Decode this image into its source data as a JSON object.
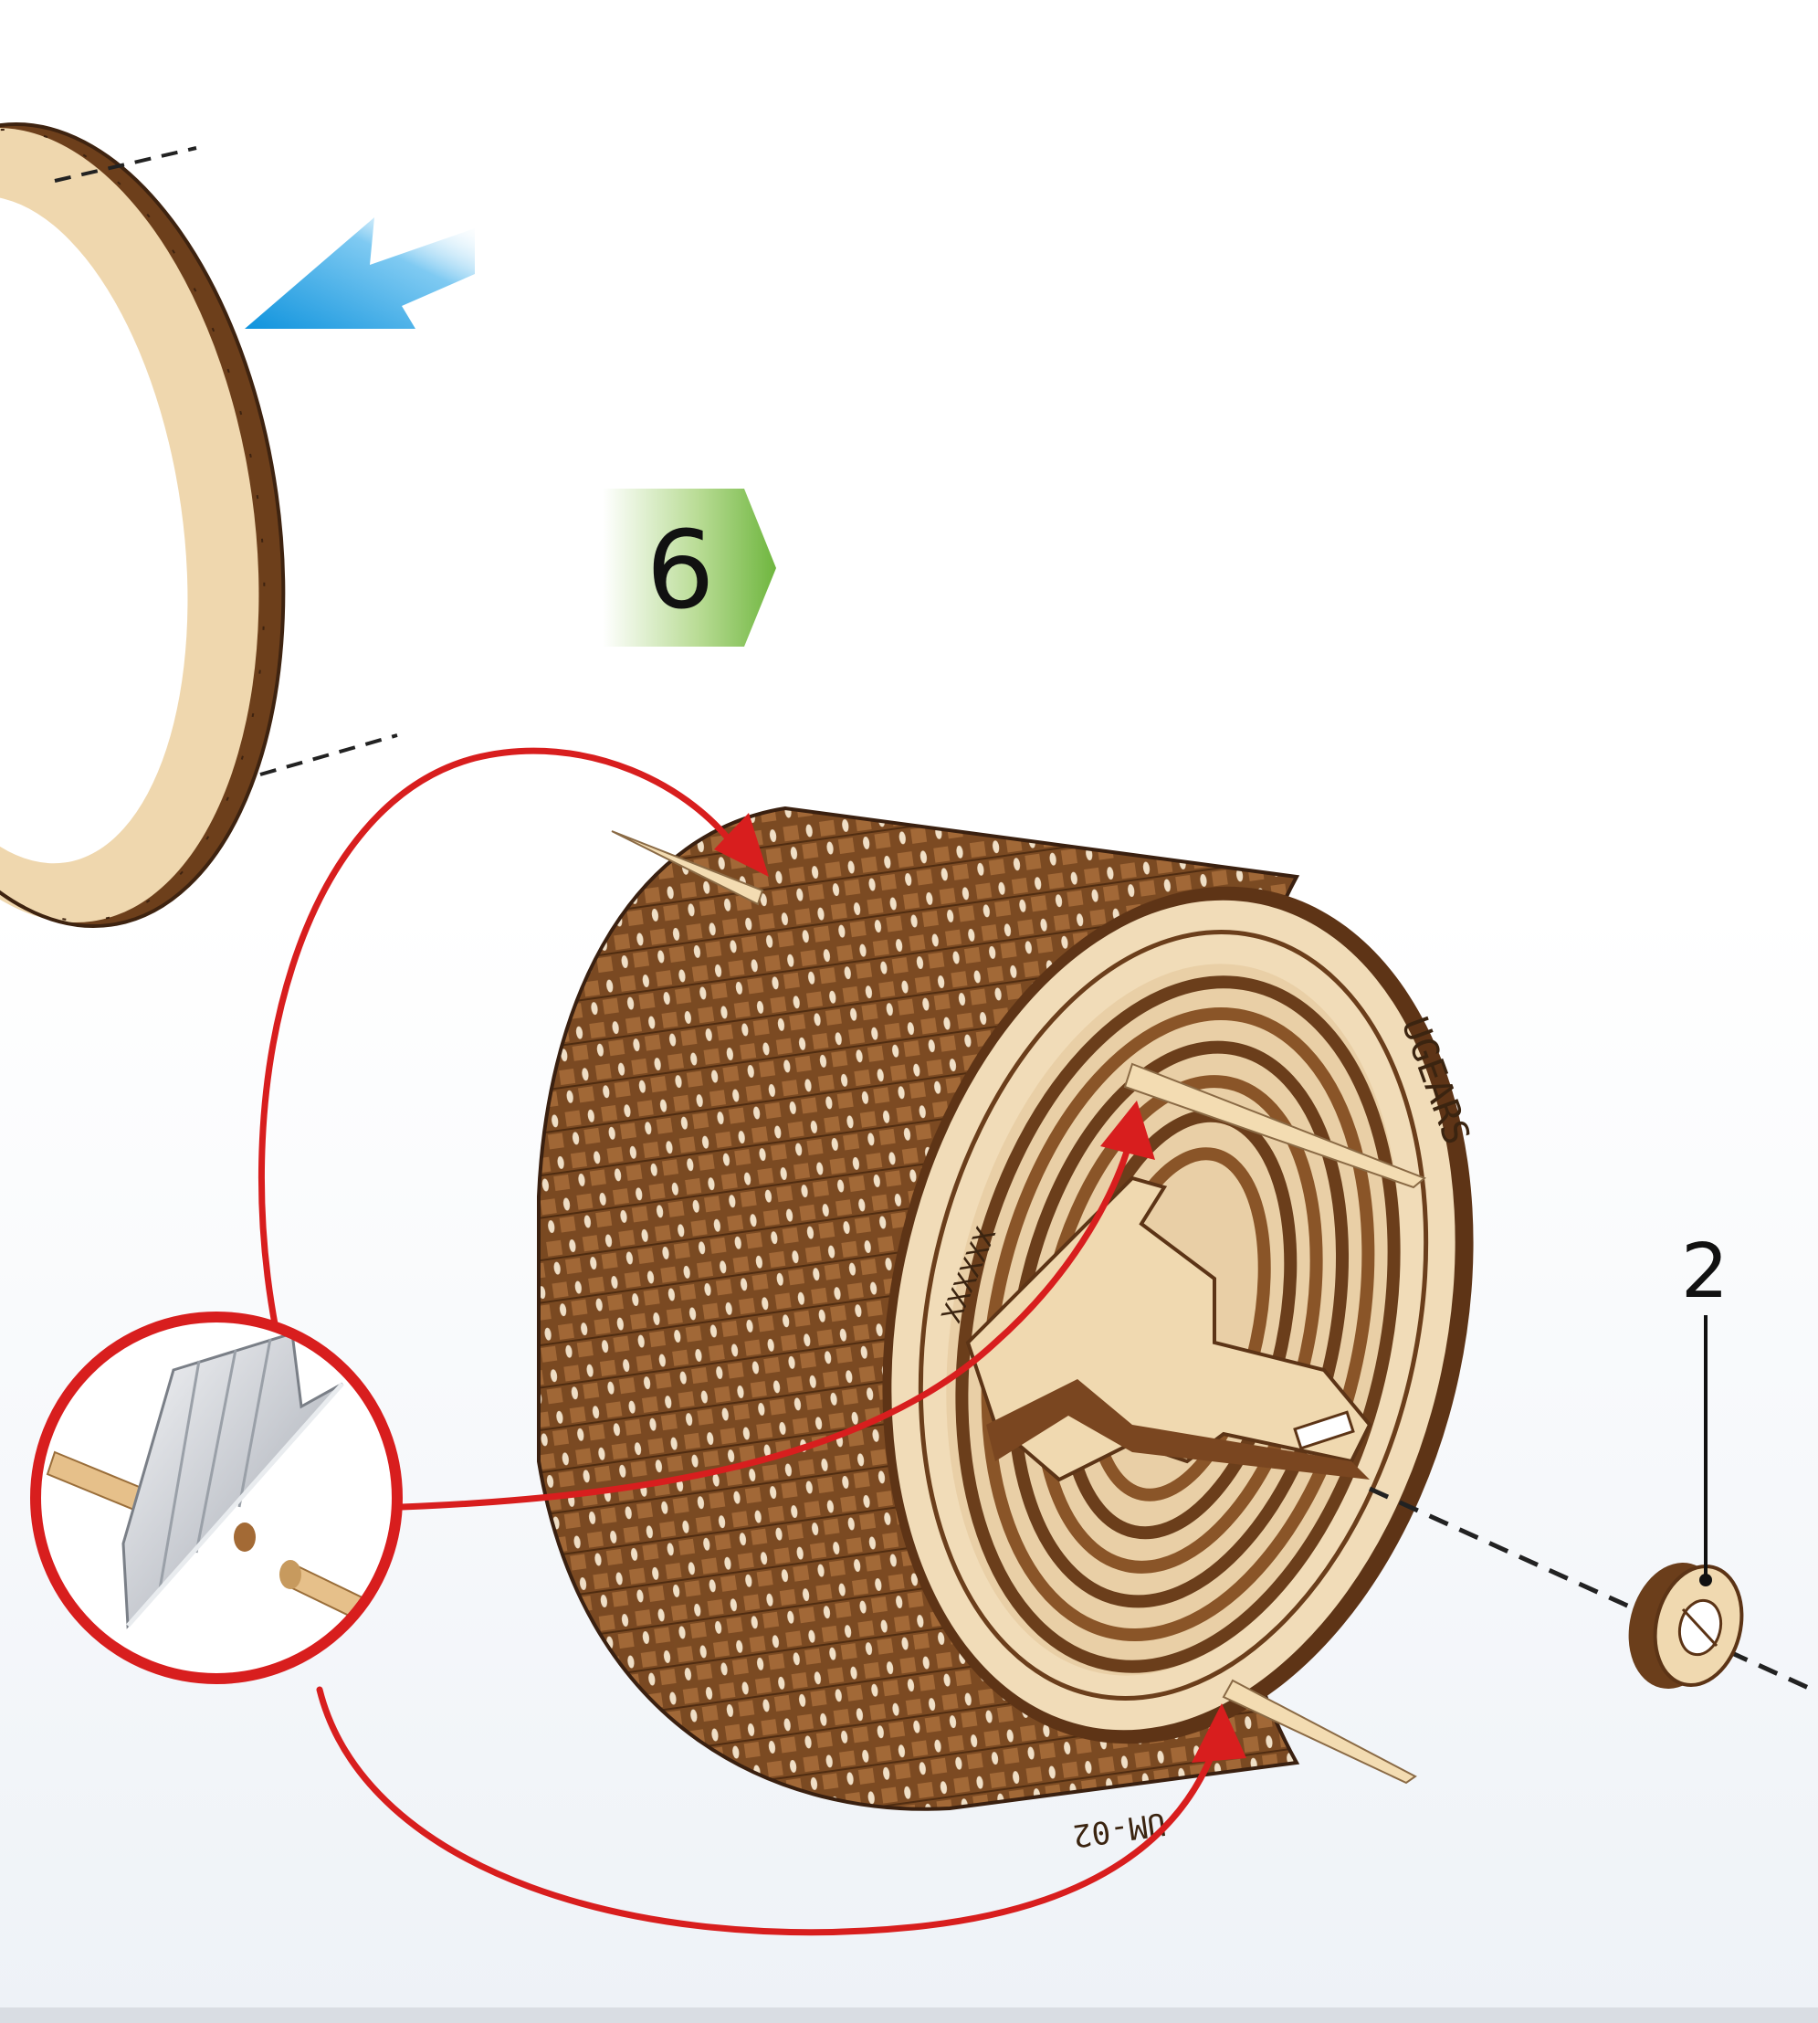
{
  "step": {
    "number": "6"
  },
  "part_callout": {
    "number": "2"
  },
  "engravings": {
    "brand": "UGEARS",
    "code": "UM-02",
    "marks": "XXXXXX"
  },
  "colors": {
    "wood_dark": "#7a4a22",
    "wood_light": "#f1dbb6",
    "arrow_red": "#d81e1e",
    "arrow_blue": "#1a9ee0",
    "badge_green": "#7bbf4a"
  },
  "icons": {
    "blade": "utility-knife-blade-icon",
    "blue_arrow": "insert-direction-arrow-icon"
  }
}
